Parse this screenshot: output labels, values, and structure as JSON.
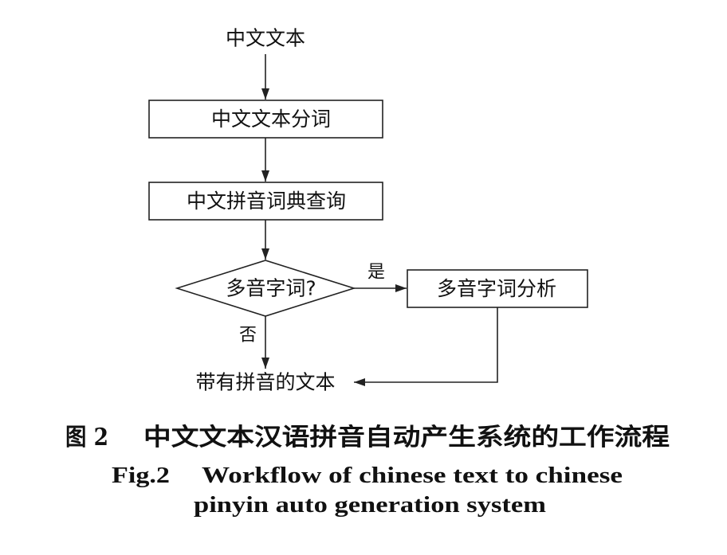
{
  "nodes": {
    "start": "中文文本",
    "segmentation": "中文文本分词",
    "dictionary_lookup": "中文拼音词典查询",
    "decision": "多音字词?",
    "polyphone_analysis": "多音字词分析",
    "output": "带有拼音的文本"
  },
  "edges": {
    "yes_label": "是",
    "no_label": "否"
  },
  "caption": {
    "zh_label": "图 2",
    "zh_title": "中文文本汉语拼音自动产生系统的工作流程",
    "en_label": "Fig.2",
    "en_title_line1": "Workflow of chinese text to chinese",
    "en_title_line2": "pinyin auto generation system"
  },
  "colors": {
    "line": "#222222",
    "text": "#111111",
    "background": "#ffffff"
  }
}
